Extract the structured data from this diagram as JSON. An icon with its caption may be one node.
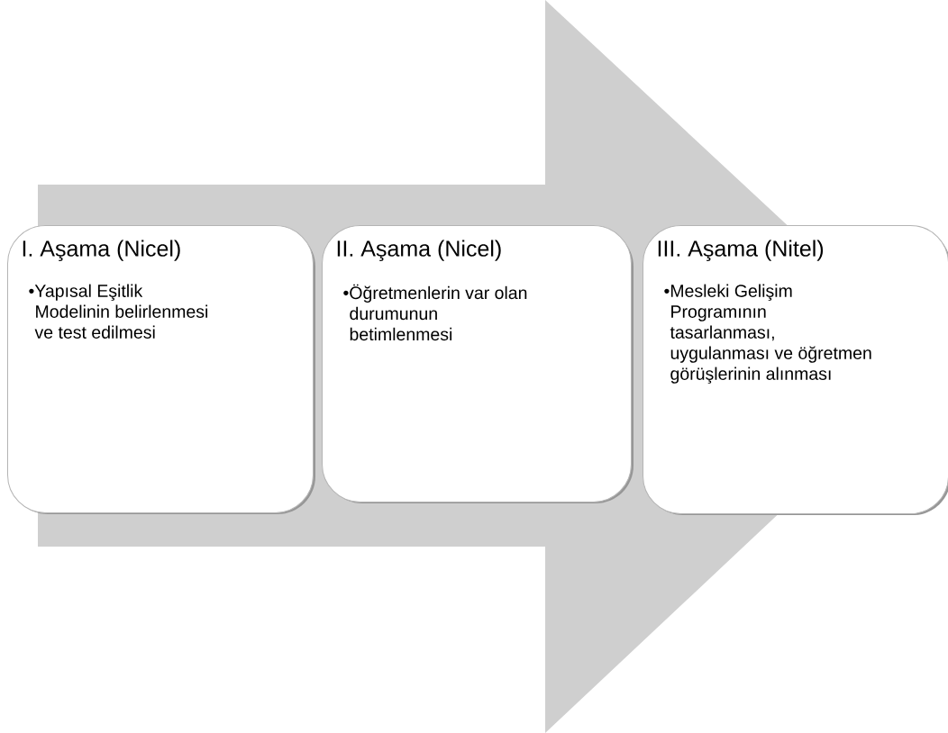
{
  "diagram": {
    "nodes": [
      {
        "text": [
          "I. Aşama (Nicel)",
          "•Yapısal Eşitlik Modelinin belirlenmesi ve test edilmesi"
        ]
      },
      {
        "text": [
          "II. Aşama (Nicel)",
          "•Öğretmenlerin var olan durumunun betimlenmesi"
        ]
      },
      {
        "text": [
          "III. Aşama (Nitel)",
          "•Mesleki Gelişim Programının tasarlanması, uygulanması ve öğretmen görüşlerinin alınması"
        ]
      }
    ],
    "edges": [
      {
        "from": 0,
        "to": 2,
        "arrow": "to"
      }
    ]
  }
}
